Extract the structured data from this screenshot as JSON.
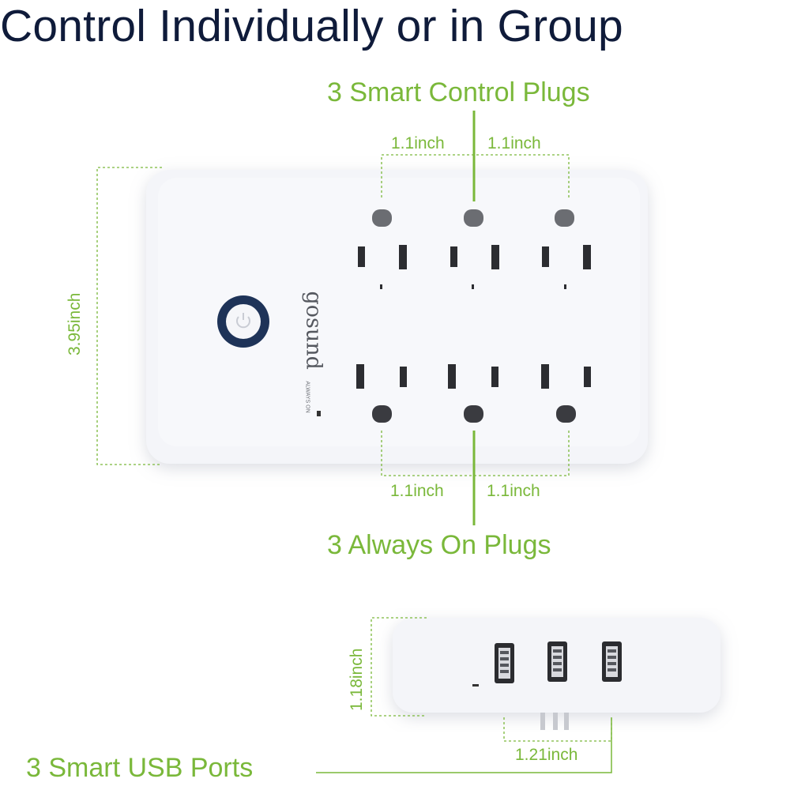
{
  "title": "Control Individually or in Group",
  "labels": {
    "smart_control": "3 Smart Control Plugs",
    "always_on": "3 Always On Plugs",
    "usb": "3 Smart USB Ports"
  },
  "dimensions": {
    "top_left_spacing": "1.1inch",
    "top_right_spacing": "1.1inch",
    "bottom_left_spacing": "1.1inch",
    "bottom_right_spacing": "1.1inch",
    "height": "3.95inch",
    "usb_height": "1.18inch",
    "prong_width": "1.21inch"
  },
  "device": {
    "brand": "gosund",
    "indicator_text": "ALWAYS ON"
  },
  "colors": {
    "accent_green": "#7ab83a",
    "title_navy": "#0f1b3a",
    "button_ring": "#1e3358",
    "device_body": "#f3f4f8"
  }
}
